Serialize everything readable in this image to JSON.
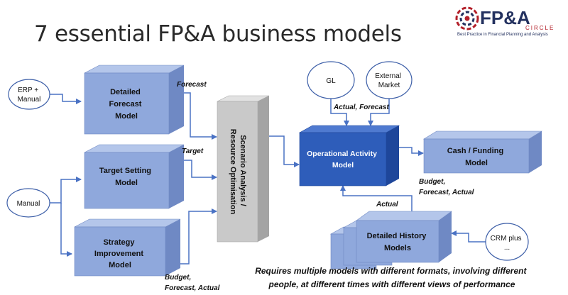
{
  "page_title": "7 essential FP&A business models",
  "logo": {
    "brand": "FP&A",
    "sub": "CIRCLE",
    "tagline": "Best Practice in Financial Planning and Analysis"
  },
  "inputs": {
    "erp": [
      "ERP +",
      "Manual"
    ],
    "manual": [
      "Manual"
    ],
    "gl": [
      "GL"
    ],
    "external": [
      "External",
      "Market"
    ],
    "crm": [
      "CRM plus",
      "..."
    ]
  },
  "models": {
    "forecast": [
      "Detailed",
      "Forecast",
      "Model"
    ],
    "target": [
      "Target Setting",
      "Model"
    ],
    "strategy": [
      "Strategy",
      "Improvement",
      "Model"
    ],
    "scenario": [
      "Scenario Analysis /",
      "Resource Optimisation"
    ],
    "operational": [
      "Operational Activity",
      "Model"
    ],
    "cash": [
      "Cash / Funding",
      "Model"
    ],
    "history": [
      "Detailed History",
      "Models"
    ]
  },
  "flow_labels": {
    "forecast": "Forecast",
    "target": "Target",
    "strategy_out": [
      "Budget,",
      "Forecast, Actual"
    ],
    "actual_forecast": "Actual, Forecast",
    "cash_out": [
      "Budget,",
      "Forecast, Actual"
    ],
    "actual": "Actual"
  },
  "footnote": [
    "Requires multiple models with different formats, involving different",
    "people, at different times with different views of performance"
  ],
  "colors": {
    "box_front": "#8FA8DC",
    "box_top": "#B4C6EA",
    "box_side": "#6F89C4",
    "op_front": "#2E5DBA",
    "op_top": "#4F7AD0",
    "op_side": "#1E469A",
    "scenario_front": "#C9C9C9",
    "arrow": "#4A72C4",
    "logo_red": "#B3202A",
    "logo_navy": "#23315F"
  }
}
